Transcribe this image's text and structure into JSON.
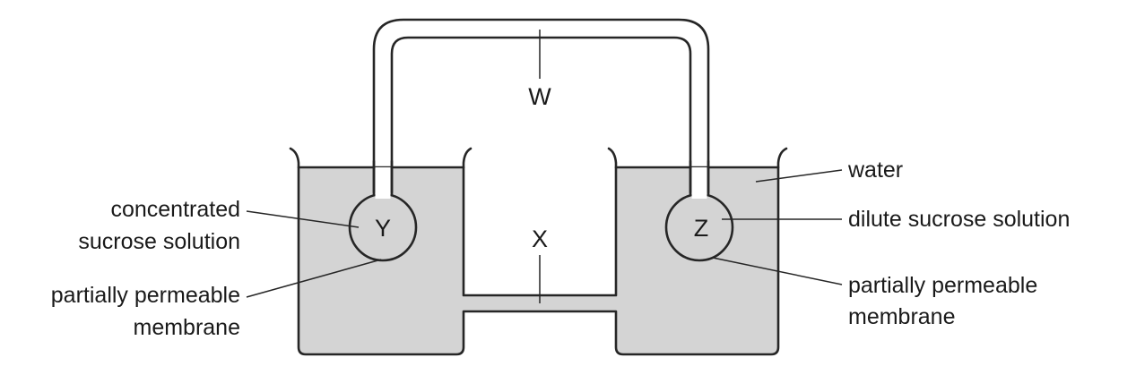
{
  "labels": {
    "W": "W",
    "X": "X",
    "Y": "Y",
    "Z": "Z",
    "left_solution_line1": "concentrated",
    "left_solution_line2": "sucrose solution",
    "left_membrane_line1": "partially permeable",
    "left_membrane_line2": "membrane",
    "water": "water",
    "right_solution": "dilute sucrose solution",
    "right_membrane_line1": "partially permeable",
    "right_membrane_line2": "membrane"
  },
  "colors": {
    "liquid": "#d4d4d4",
    "outline": "#262626",
    "background": "#ffffff"
  }
}
